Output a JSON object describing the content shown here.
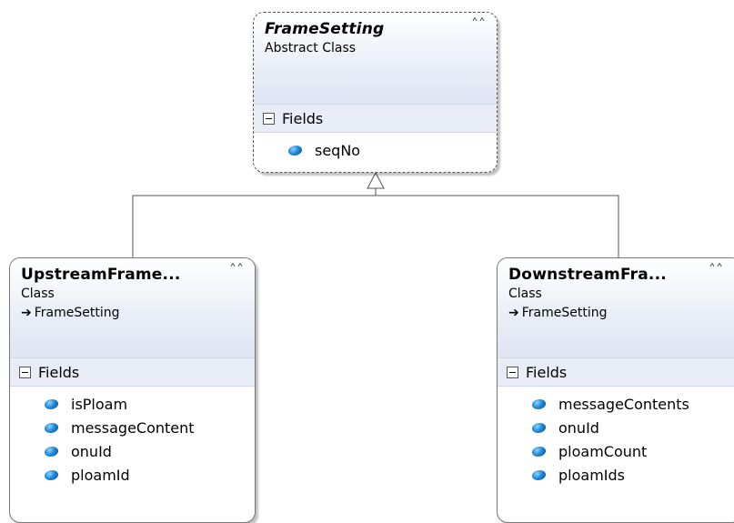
{
  "parent": {
    "name": "FrameSetting",
    "kind": "Abstract Class",
    "section": "Fields",
    "fields": [
      "seqNo"
    ]
  },
  "left": {
    "name": "UpstreamFrame...",
    "kind": "Class",
    "inherits": "FrameSetting",
    "section": "Fields",
    "fields": [
      "isPloam",
      "messageContent",
      "onuId",
      "ploamId"
    ]
  },
  "right": {
    "name": "DownstreamFra...",
    "kind": "Class",
    "inherits": "FrameSetting",
    "section": "Fields",
    "fields": [
      "messageContents",
      "onuId",
      "ploamCount",
      "ploamIds"
    ]
  },
  "icons": {
    "collapse": "double-chevron-up-icon",
    "field": "field-icon",
    "inherit_arrow": "inherit-arrow-icon",
    "section_toggle": "minus-box-icon"
  }
}
